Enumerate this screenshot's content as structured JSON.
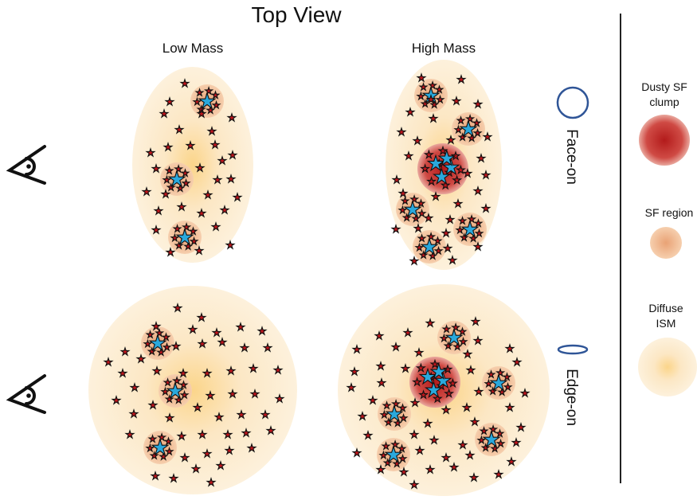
{
  "title": "Top View",
  "columns": {
    "low": "Low Mass",
    "high": "High Mass"
  },
  "orientations": {
    "face_on": "Face-on",
    "edge_on": "Edge-on"
  },
  "legend": {
    "dusty_line1": "Dusty SF",
    "dusty_line2": "clump",
    "sf_region": "SF region",
    "diffuse_line1": "Diffuse",
    "diffuse_line2": "ISM"
  },
  "colors": {
    "galaxy_outer": "#fdf1dc",
    "galaxy_center": "#fbd58a",
    "sf_center": "#e9a275",
    "sf_edge": "#f6cfae",
    "dusty_center": "#b31b1b",
    "dusty_edge": "#e9a89e",
    "big_star": "#2aa8dc",
    "small_star": "#c0141b",
    "orientation_marker": "#2f5597",
    "divider": "#222222"
  },
  "icons": [
    "eye-icon",
    "star-icon",
    "face-on-ellipse-icon",
    "edge-on-ellipse-icon"
  ]
}
